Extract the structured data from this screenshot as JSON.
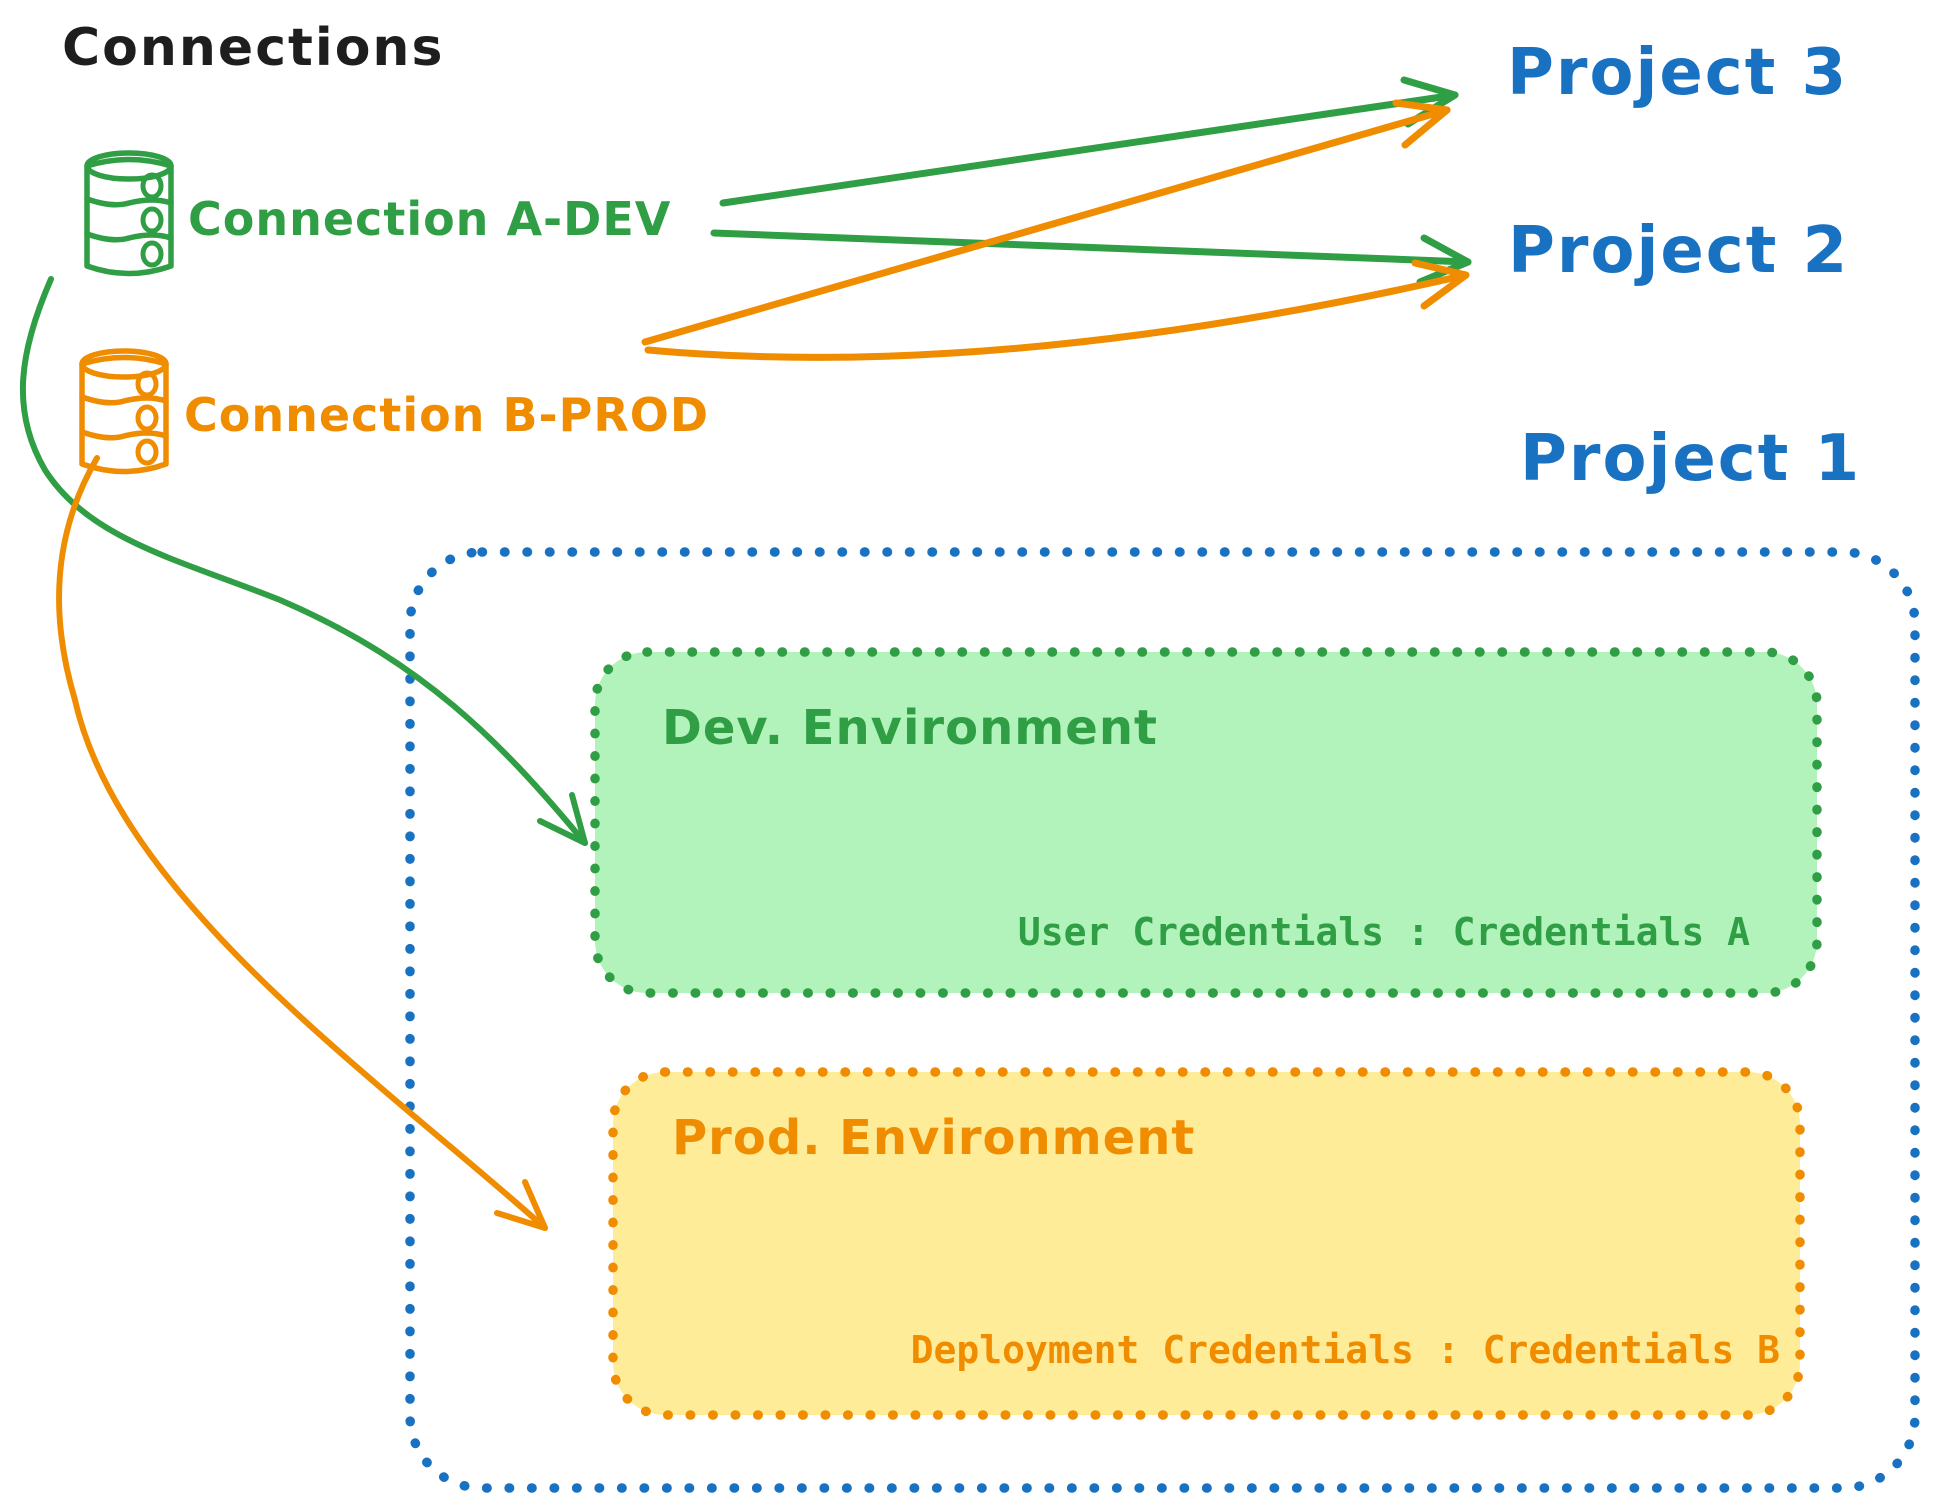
{
  "title": "Connections",
  "colors": {
    "ink": "#1e1e1e",
    "green": "#2f9e44",
    "green_fill": "#b2f2bb",
    "orange": "#f08c00",
    "orange_fill": "#ffec99",
    "blue": "#1971c2",
    "background": "#ffffff"
  },
  "connections": [
    {
      "id": "a-dev",
      "label": "Connection A-DEV",
      "color": "#2f9e44",
      "icon": "database-icon"
    },
    {
      "id": "b-prod",
      "label": "Connection B-PROD",
      "color": "#f08c00",
      "icon": "database-icon"
    }
  ],
  "projects": [
    {
      "id": "project-3",
      "label": "Project 3"
    },
    {
      "id": "project-2",
      "label": "Project 2"
    },
    {
      "id": "project-1",
      "label": "Project 1"
    }
  ],
  "project1": {
    "dev_environment": {
      "title": "Dev. Environment",
      "credentials_label": "User Credentials : Credentials A"
    },
    "prod_environment": {
      "title": "Prod. Environment",
      "credentials_label": "Deployment Credentials : Credentials B"
    }
  },
  "edges": [
    {
      "from": "Connection A-DEV",
      "to": "Project 3",
      "color": "#2f9e44"
    },
    {
      "from": "Connection A-DEV",
      "to": "Project 2",
      "color": "#2f9e44"
    },
    {
      "from": "Connection A-DEV",
      "to": "Dev. Environment",
      "color": "#2f9e44"
    },
    {
      "from": "Connection B-PROD",
      "to": "Project 3",
      "color": "#f08c00"
    },
    {
      "from": "Connection B-PROD",
      "to": "Project 2",
      "color": "#f08c00"
    },
    {
      "from": "Connection B-PROD",
      "to": "Prod. Environment",
      "color": "#f08c00"
    }
  ]
}
